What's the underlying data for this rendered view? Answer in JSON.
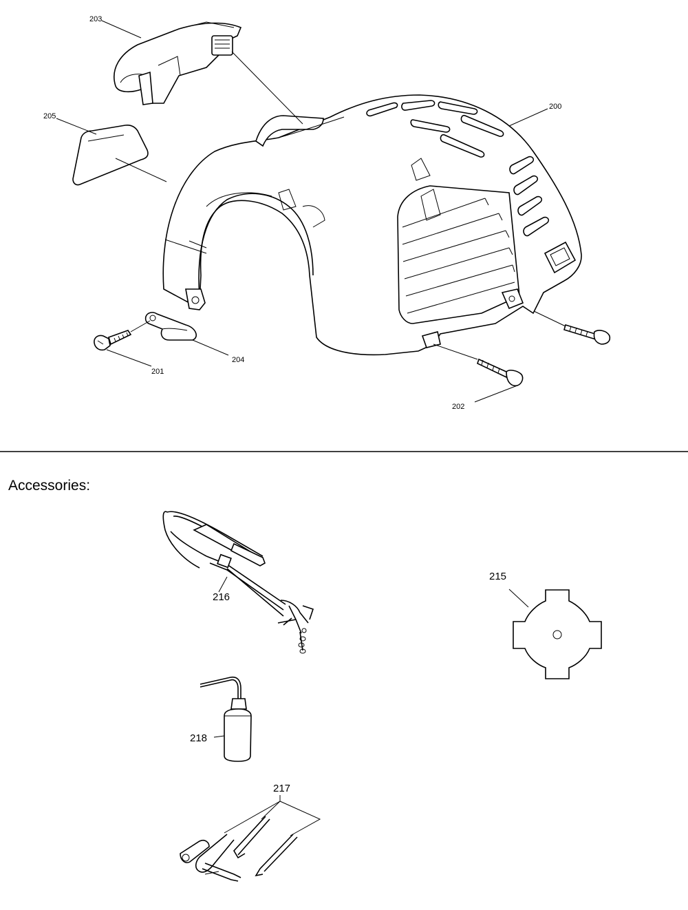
{
  "accessories_heading": "Accessories:",
  "callouts": {
    "p200": "200",
    "p201": "201",
    "p202": "202",
    "p203": "203",
    "p204": "204",
    "p205": "205",
    "p215": "215",
    "p216": "216",
    "p217": "217",
    "p218": "218"
  }
}
